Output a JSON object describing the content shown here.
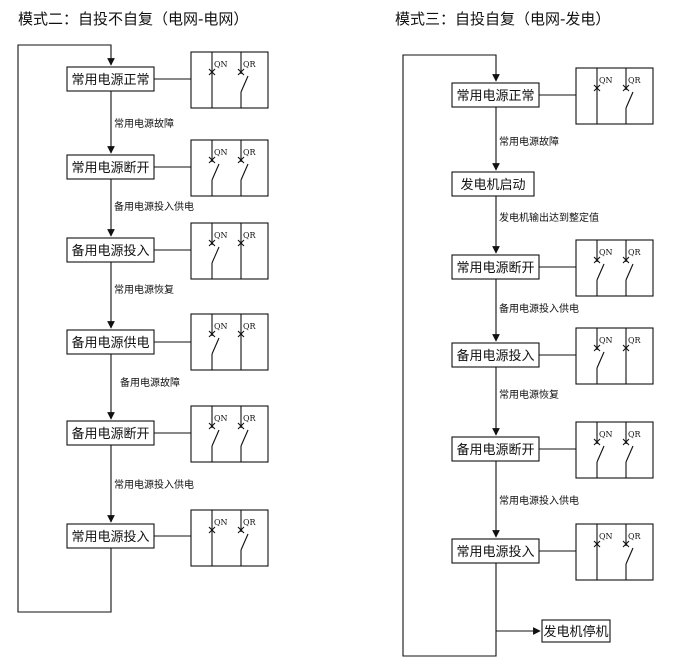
{
  "mode2": {
    "title": "模式二：自投不自复（电网-电网）",
    "states": [
      "常用电源正常",
      "常用电源断开",
      "备用电源投入",
      "备用电源供电",
      "备用电源断开",
      "常用电源投入"
    ],
    "transitions": [
      "常用电源故障",
      "备用电源投入供电",
      "常用电源恢复",
      "备用电源故障",
      "常用电源投入供电"
    ],
    "switches": [
      {
        "qn": "closed",
        "qr": "open"
      },
      {
        "qn": "open",
        "qr": "open"
      },
      {
        "qn": "open",
        "qr": "closed"
      },
      {
        "qn": "open",
        "qr": "closed"
      },
      {
        "qn": "open",
        "qr": "open"
      },
      {
        "qn": "closed",
        "qr": "open"
      }
    ]
  },
  "mode3": {
    "title": "模式三：自投自复（电网-发电）",
    "states": [
      "常用电源正常",
      "发电机启动",
      "常用电源断开",
      "备用电源投入",
      "备用电源断开",
      "常用电源投入",
      "发电机停机"
    ],
    "transitions": [
      "常用电源故障",
      "发电机输出达到整定值",
      "备用电源投入供电",
      "常用电源恢复",
      "常用电源投入供电"
    ],
    "switches": [
      {
        "qn": "closed",
        "qr": "open"
      },
      {
        "qn": "open",
        "qr": "open"
      },
      {
        "qn": "open",
        "qr": "closed"
      },
      {
        "qn": "open",
        "qr": "open"
      },
      {
        "qn": "closed",
        "qr": "open"
      }
    ]
  },
  "switch_labels": {
    "qn": "QN",
    "qr": "QR"
  }
}
